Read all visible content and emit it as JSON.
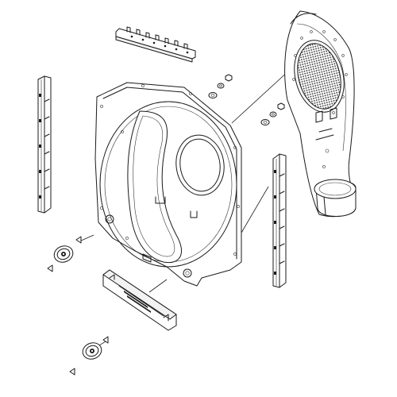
{
  "diagram": {
    "background": "#ffffff",
    "line_color": "#1a1a1a",
    "parts": [
      "top-bracket",
      "left-side-bracket",
      "right-side-bracket",
      "rear-bulkhead-panel",
      "blower-duct-housing",
      "bottom-bracket",
      "upper-drum-roller",
      "lower-drum-roller",
      "upper-hardware-set",
      "middle-hardware-set"
    ]
  }
}
